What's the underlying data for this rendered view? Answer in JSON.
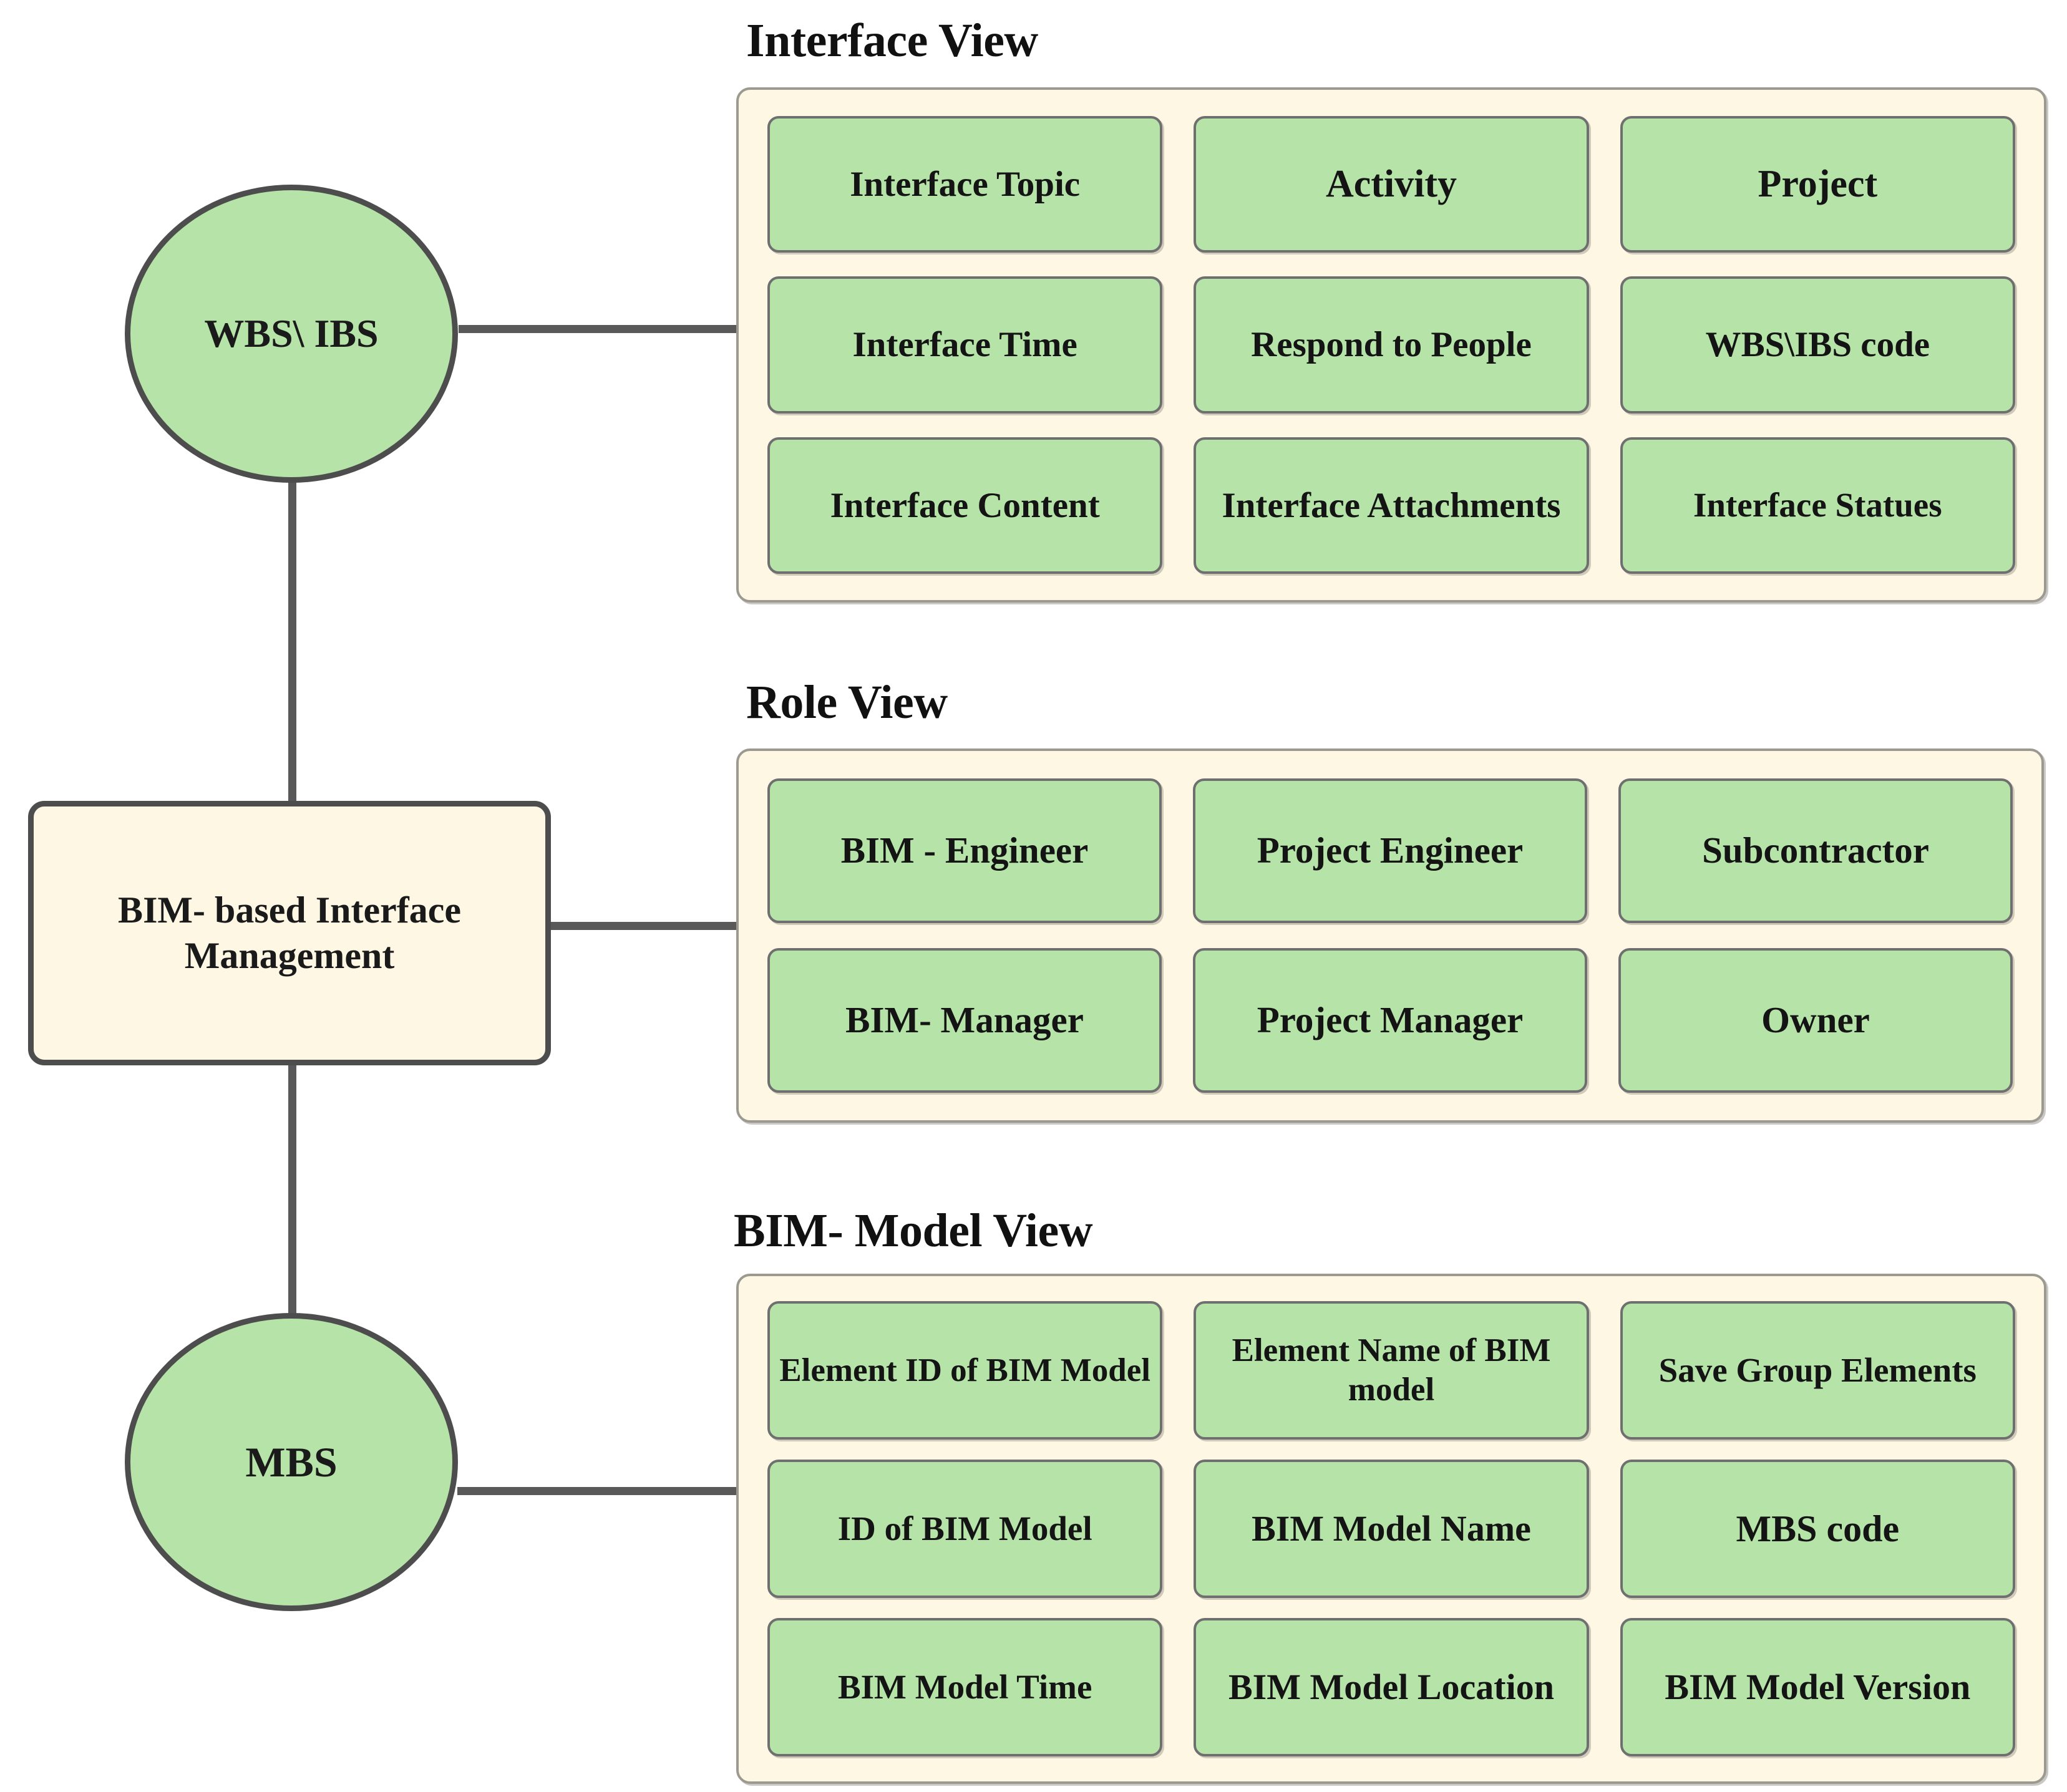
{
  "diagram": {
    "nodes": {
      "top_circle": "WBS\\ IBS",
      "center_box": "BIM- based Interface Management",
      "bottom_circle": "MBS"
    },
    "groups": [
      {
        "id": "interface-view",
        "title": "Interface View",
        "items": [
          "Interface Topic",
          "Activity",
          "Project",
          "Interface Time",
          "Respond to People",
          "WBS\\IBS code",
          "Interface Content",
          "Interface Attachments",
          "Interface Statues"
        ]
      },
      {
        "id": "role-view",
        "title": "Role View",
        "items": [
          "BIM - Engineer",
          "Project Engineer",
          "Subcontractor",
          "BIM- Manager",
          "Project Manager",
          "Owner"
        ]
      },
      {
        "id": "bim-model-view",
        "title": "BIM- Model View",
        "items": [
          "Element ID of BIM Model",
          "Element Name of BIM model",
          "Save Group Elements",
          "ID of BIM Model",
          "BIM Model Name",
          "MBS code",
          "BIM Model Time",
          "BIM Model Location",
          "BIM Model Version"
        ]
      }
    ],
    "colors": {
      "chip_fill": "#b5e3a8",
      "panel_fill": "#fdf7e4",
      "node_stroke": "#4d4d4d",
      "connector": "#595959",
      "text": "#141414"
    }
  }
}
